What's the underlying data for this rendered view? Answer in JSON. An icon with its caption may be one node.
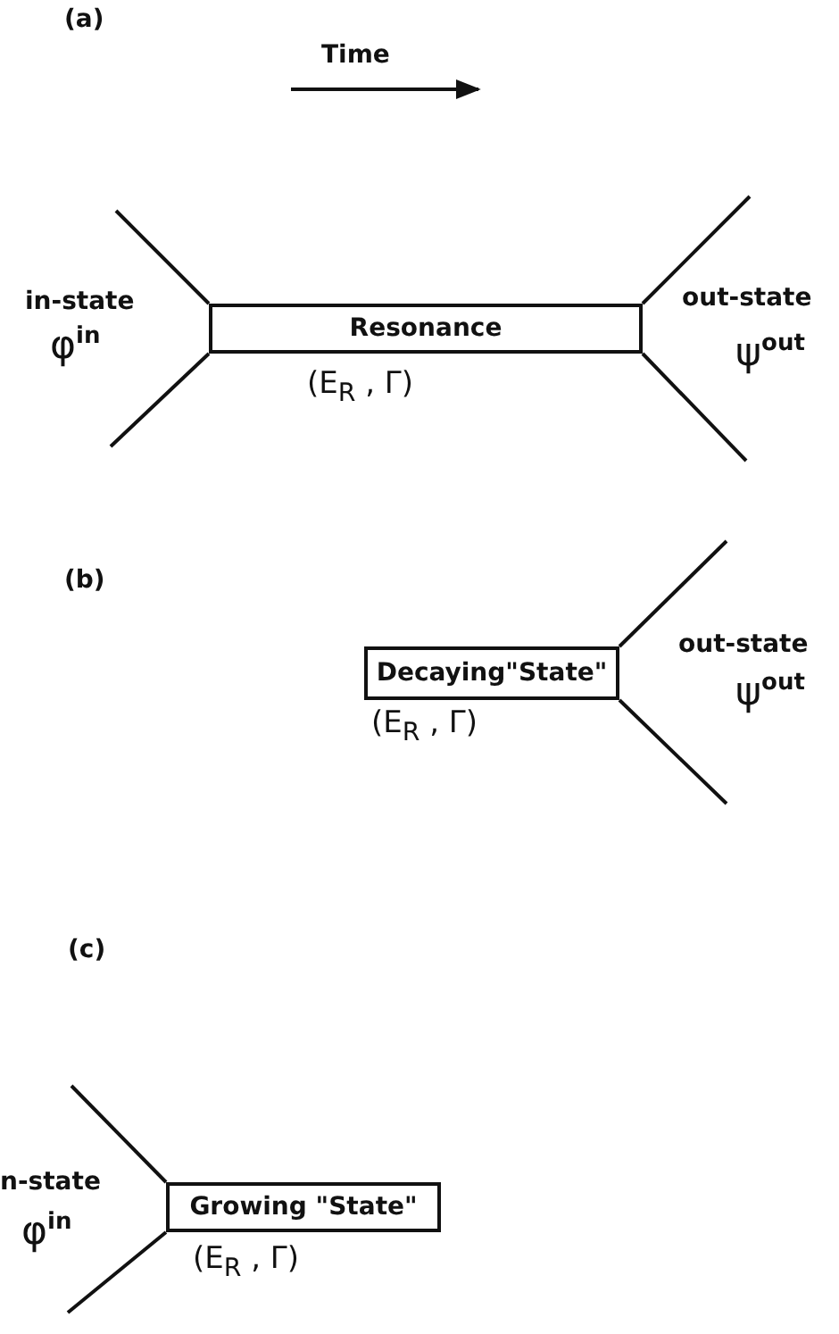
{
  "diagram": {
    "nodes": [
      {
        "text": [
          "Resonance"
        ],
        "beside": [
          "(E$_{R}$ , Γ)"
        ]
      },
      {
        "text": [
          "Decaying\"State\""
        ],
        "beside": [
          "(E$_{R}$ , Γ)"
        ]
      },
      {
        "text": [
          "Growing \"State\""
        ],
        "beside": [
          "(E$_{R}$ , Γ)"
        ]
      }
    ],
    "edges": [
      {
        "from": 0,
        "to": null,
        "arrow": "none"
      },
      {
        "from": 0,
        "to": null,
        "arrow": "none"
      },
      {
        "from": 0,
        "to": null,
        "arrow": "none"
      },
      {
        "from": 0,
        "to": null,
        "arrow": "none"
      },
      {
        "from": 1,
        "to": null,
        "arrow": "none"
      },
      {
        "from": 1,
        "to": null,
        "arrow": "none"
      },
      {
        "from": 2,
        "to": null,
        "arrow": "none"
      },
      {
        "from": 2,
        "to": null,
        "arrow": "none"
      }
    ],
    "labels": [
      "(a)",
      "Time",
      "in-state",
      "φ$^{in}$",
      "out-state",
      "ψ$^{out}$",
      "(b)",
      "out-state",
      "ψ$^{out}$",
      "(c)",
      "n-state",
      "φ$^{in}$"
    ]
  }
}
